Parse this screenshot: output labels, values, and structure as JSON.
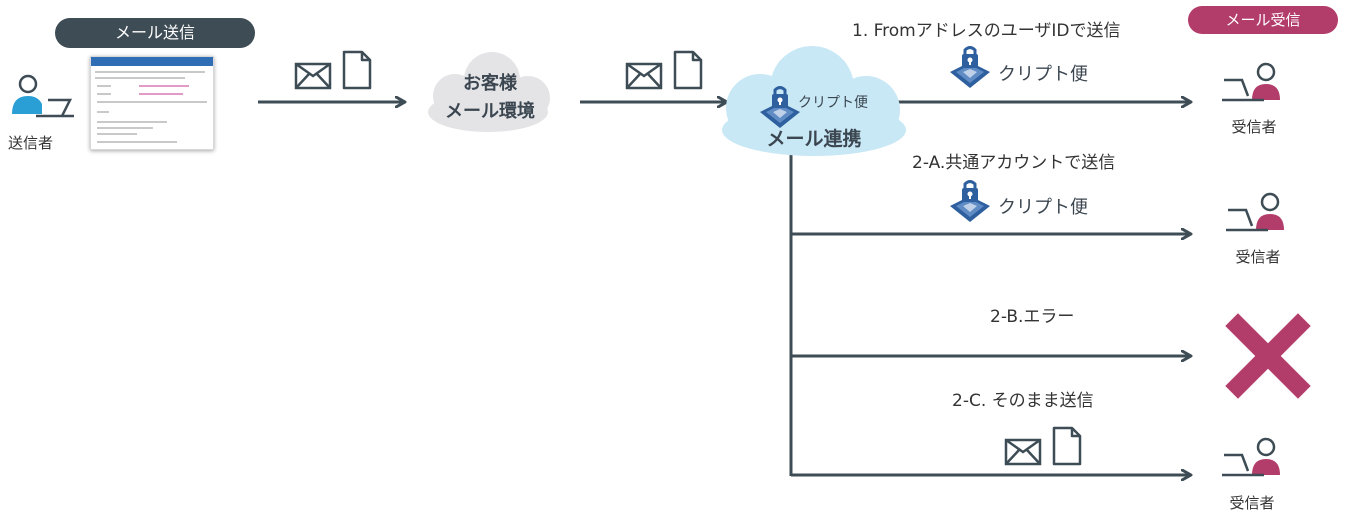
{
  "header": {
    "send_label": "メール送信",
    "receive_label": "メール受信"
  },
  "sender": {
    "label": "送信者"
  },
  "customer_cloud": {
    "line1": "お客様",
    "line2": "メール環境"
  },
  "crypt_cloud": {
    "brand": "クリプト便",
    "line": "メール連携"
  },
  "routes": [
    {
      "label": "1. FromアドレスのユーザIDで送信",
      "brand": "クリプト便",
      "receiver": "受信者"
    },
    {
      "label": "2-A.共通アカウントで送信",
      "brand": "クリプト便",
      "receiver": "受信者"
    },
    {
      "label": "2-B.エラー"
    },
    {
      "label": "2-C. そのまま送信",
      "receiver": "受信者"
    }
  ],
  "colors": {
    "dark_slate": "#3d4c55",
    "magenta": "#b33d6a",
    "sender_blue": "#2a9fd6",
    "cloud_light": "#c8e8f6",
    "cloud_gray": "#e4e4e7",
    "crypt_blue": "#2e5f9e"
  },
  "icons": [
    "envelope-icon",
    "document-icon",
    "shield-lock-icon",
    "person-laptop-icon",
    "cross-icon"
  ]
}
